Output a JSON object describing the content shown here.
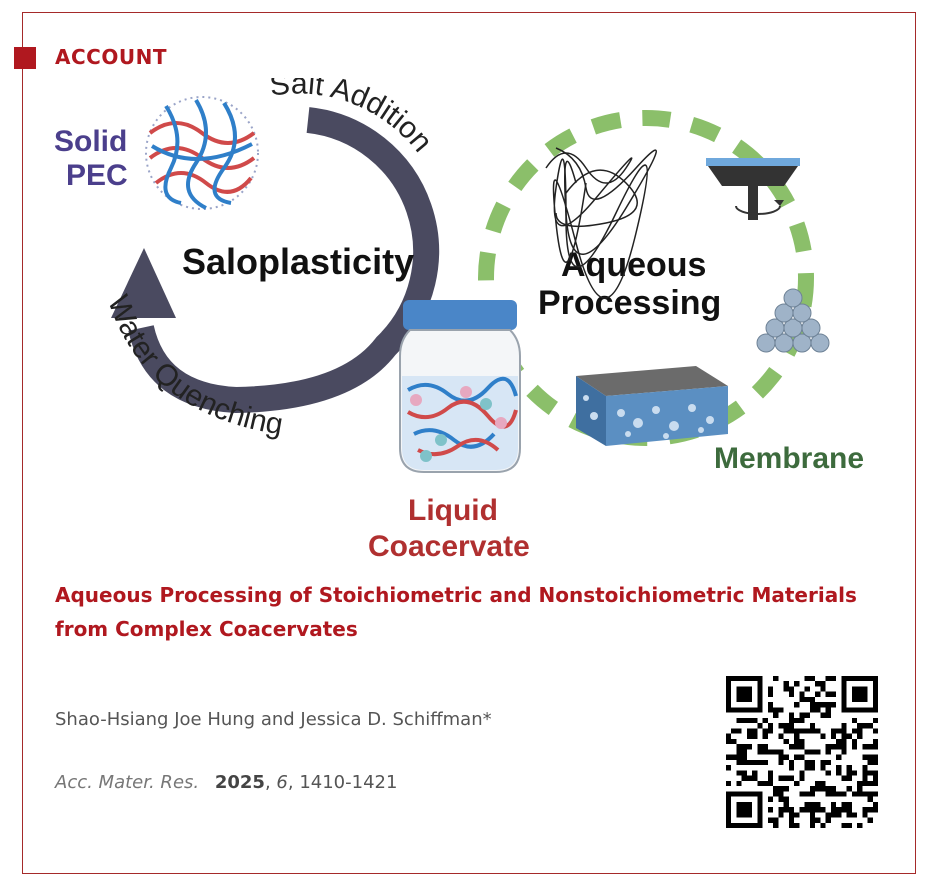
{
  "badge": {
    "label": "ACCOUNT"
  },
  "graphic": {
    "solid": "Solid",
    "pec": "PEC",
    "salt_addition": "Salt Addition",
    "saloplasticity": "Saloplasticity",
    "water_quenching": "Water Quenching",
    "aqueous": "Aqueous",
    "processing": "Processing",
    "membrane": "Membrane",
    "liquid": "Liquid",
    "coacervate": "Coacervate"
  },
  "article": {
    "title_line1": "Aqueous Processing of Stoichiometric and Nonstoichiometric Materials",
    "title_line2": "from Complex Coacervates",
    "authors": "Shao-Hsiang Joe Hung and Jessica D. Schiffman*",
    "journal": "Acc. Mater. Res.",
    "year": "2025",
    "volume": "6",
    "pages": "1410-1421"
  },
  "colors": {
    "accent": "#b0181f",
    "pec_purple": "#4b3f8c",
    "arrow": "#4a4a60",
    "green": "#8bbf6a",
    "membrane_green": "#3d6b3d",
    "coacervate_red": "#b03030"
  }
}
